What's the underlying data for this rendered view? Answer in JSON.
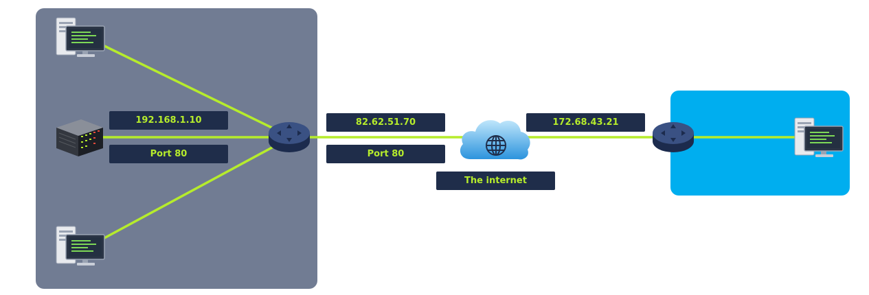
{
  "labels": {
    "lan_ip": "192.168.1.10",
    "lan_port": "Port 80",
    "public_ip": "82.62.51.70",
    "public_port": "Port 80",
    "internet": "The internet",
    "remote_ip": "172.68.43.21"
  },
  "colors": {
    "lan_zone": "#717c93",
    "remote_zone": "#00aeef",
    "link": "#b6ec2c",
    "label_bg": "#1f2d4a",
    "label_text": "#b6ec2c",
    "router": "#2c3e66",
    "cloud": "#3aa8e8"
  },
  "icons": {
    "workstation_top": "desktop-computer-icon",
    "server": "server-rack-icon",
    "workstation_bottom": "desktop-computer-icon",
    "lan_router": "router-icon",
    "cloud": "cloud-globe-icon",
    "remote_router": "router-icon",
    "remote_workstation": "desktop-computer-icon"
  }
}
